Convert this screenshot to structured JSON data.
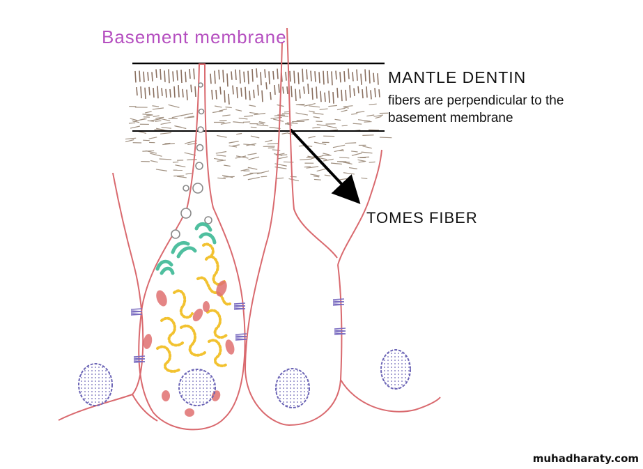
{
  "labels": {
    "basement_membrane": "Basement membrane",
    "mantle_dentin": "MANTLE DENTIN",
    "mantle_description_line1": "fibers are perpendicular to the",
    "mantle_description_line2": "basement membrane",
    "tomes_fiber": "TOMES FIBER"
  },
  "watermark": "muhadharaty.com",
  "colors": {
    "basement_label": "#b54fc0",
    "cell_outline": "#d9696e",
    "collagen_fibers": "#8a7060",
    "cross_fibers": "#a09080",
    "golgi": "#f2c230",
    "mitochondria": "#e07070",
    "rer": "#4fbf9f",
    "nucleus": "#6a63b5",
    "junction": "#7a6cc0",
    "line": "#000000"
  }
}
